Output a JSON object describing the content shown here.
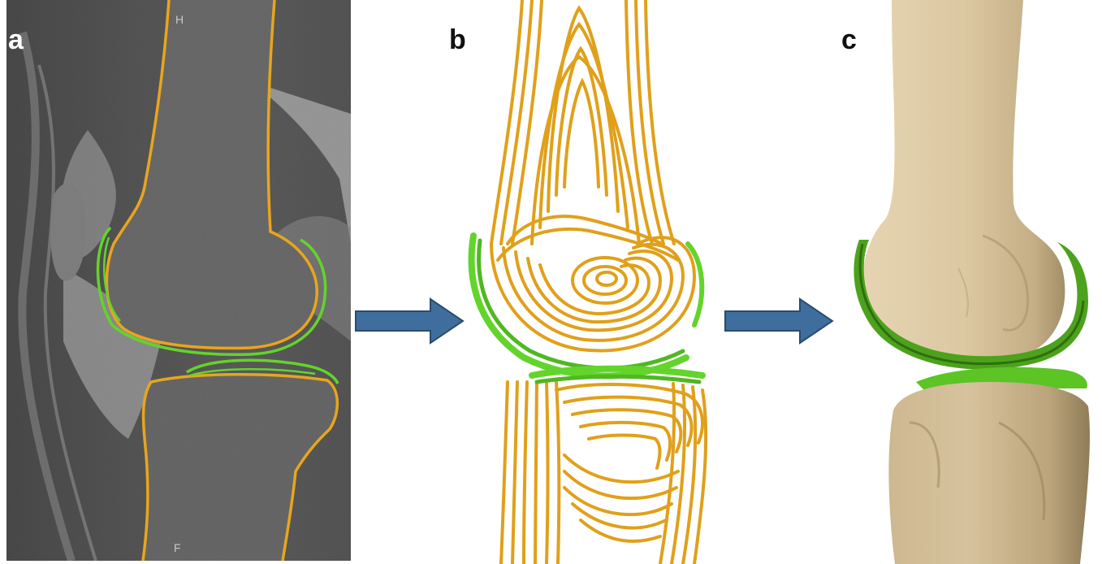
{
  "panels": {
    "a": {
      "label": "a",
      "orientation_marks": {
        "top": "H",
        "bottom": "F"
      }
    },
    "b": {
      "label": "b"
    },
    "c": {
      "label": "c"
    }
  },
  "icons": {
    "arrow_1": "right-arrow-icon",
    "arrow_2": "right-arrow-icon"
  },
  "colors": {
    "bone_outline": "#e8a51e",
    "cartilage": "#63d42b",
    "cartilage_dark": "#3c8f16",
    "arrow_fill": "#3f6e9e",
    "arrow_stroke": "#2a4b6d",
    "bone_surface": "#ddc9a4",
    "mri_dark": "#1c1c1c",
    "mri_light": "#cfcfcf"
  }
}
